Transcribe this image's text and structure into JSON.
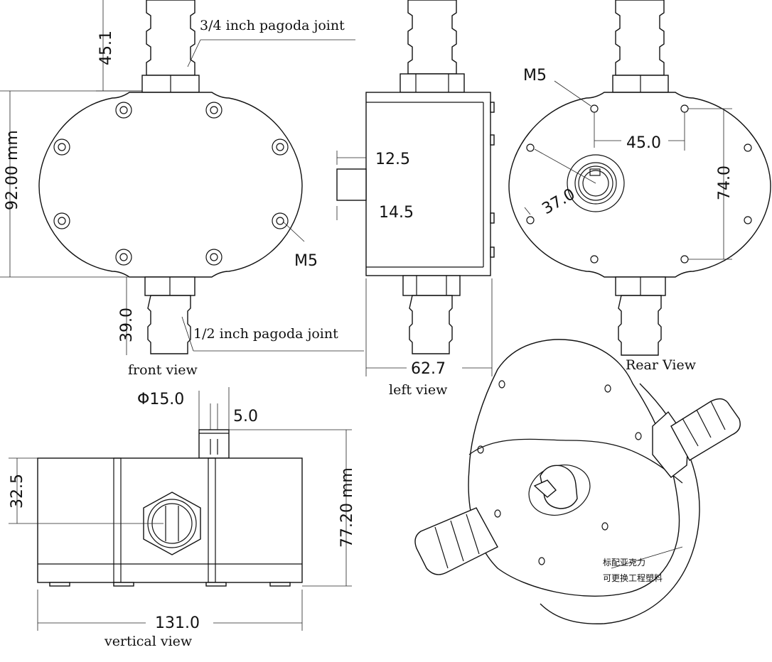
{
  "front_view": {
    "title": "front view",
    "dim_height_top": "45.1",
    "dim_height_body": "92.00 mm",
    "dim_height_bottom": "39.0",
    "thread_label": "M5",
    "top_joint_label": "3/4 inch pagoda joint",
    "bottom_joint_label": "1/2 inch pagoda joint"
  },
  "left_view": {
    "title": "left view",
    "dim_a": "12.5",
    "dim_b": "14.5",
    "dim_width": "62.7"
  },
  "rear_view": {
    "title": "Rear View",
    "thread_label": "M5",
    "dim_hole_spacing": "45.0",
    "dim_hole_height": "74.0",
    "dim_diameter": "37.0"
  },
  "vertical_view": {
    "title": "vertical view",
    "dim_port_diameter": "Φ15.0",
    "dim_port_width": "5.0",
    "dim_port_height": "32.5",
    "dim_total_height": "77.20 mm",
    "dim_length": "131.0"
  },
  "iso_view": {
    "note_line1": "标配亚克力",
    "note_line2": "可更换工程塑料"
  }
}
